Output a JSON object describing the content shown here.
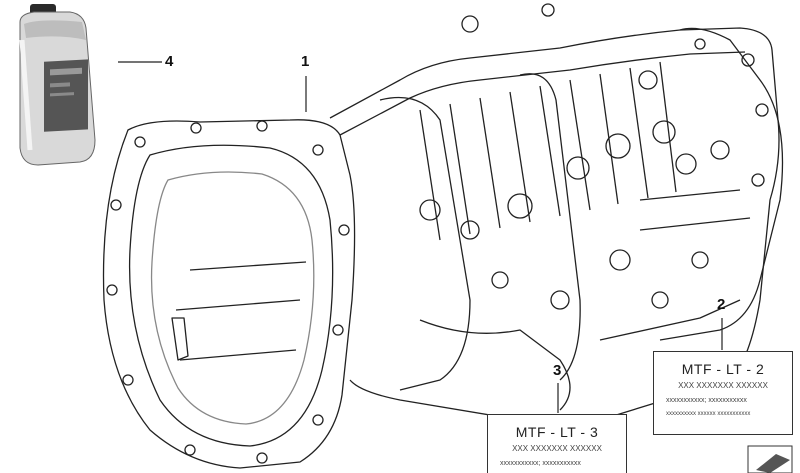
{
  "callouts": {
    "c1": "1",
    "c2": "2",
    "c3": "3",
    "c4": "4"
  },
  "label2": {
    "title": "MTF - LT - 2",
    "line1": "XXX XXXXXXX XXXXXX",
    "line2": "xxxxxxxxxxx; xxxxxxxxxxx",
    "line3": "xxxxxxxxxx xxxxxx xxxxxxxxxxx"
  },
  "label3": {
    "title": "MTF - LT - 3",
    "line1": "XXX XXXXXXX XXXXXX",
    "line2": "xxxxxxxxxxx; xxxxxxxxxxx"
  },
  "oil_bottle": {
    "icon": "oil-bottle-icon",
    "cap_color": "#2a2a2a",
    "body_color": "#d9d9d9",
    "label_color": "#555555"
  }
}
